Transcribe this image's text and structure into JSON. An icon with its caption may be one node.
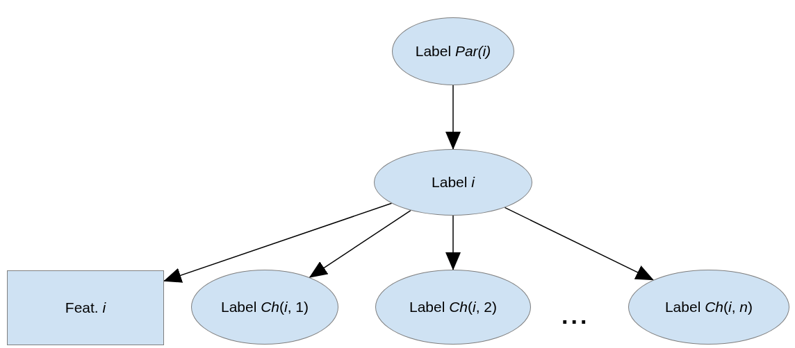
{
  "diagram": {
    "nodes": [
      {
        "text": [
          "Label *Par(i)*"
        ]
      },
      {
        "text": [
          "Label *i*"
        ]
      },
      {
        "text": [
          "Feat. *i*"
        ]
      },
      {
        "text": [
          "Label *Ch*(*i*, 1)"
        ]
      },
      {
        "text": [
          "Label *Ch*(*i*, 2)"
        ]
      },
      {
        "text": [
          "Label *Ch*(*i*, *n*)"
        ]
      }
    ],
    "edges": [
      {
        "from": 0,
        "to": 1,
        "arrow": "to"
      },
      {
        "from": 1,
        "to": 2,
        "arrow": "to"
      },
      {
        "from": 1,
        "to": 3,
        "arrow": "to"
      },
      {
        "from": 1,
        "to": 4,
        "arrow": "to"
      },
      {
        "from": 1,
        "to": 5,
        "arrow": "to"
      }
    ],
    "labels": [
      "..."
    ]
  }
}
